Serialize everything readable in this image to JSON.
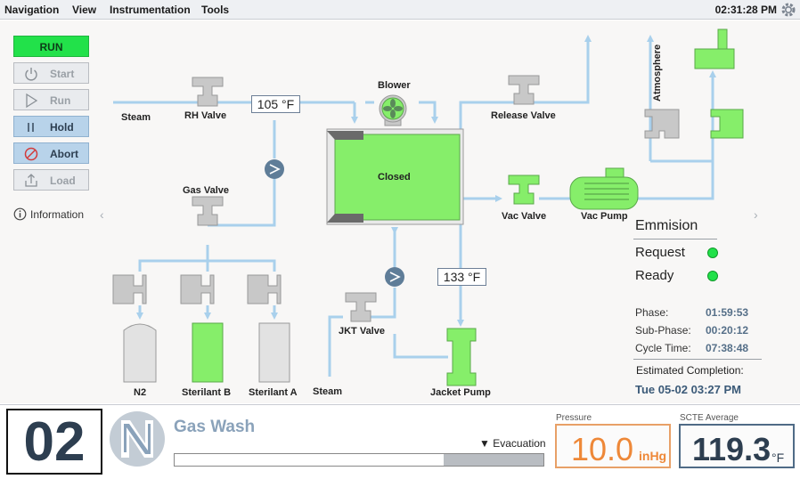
{
  "menu": {
    "items": [
      "Navigation",
      "View",
      "Instrumentation",
      "Tools"
    ],
    "clock": "02:31:28 PM"
  },
  "controls": {
    "state": "RUN",
    "start": "Start",
    "run": "Run",
    "hold": "Hold",
    "abort": "Abort",
    "load": "Load",
    "information": "Information"
  },
  "process": {
    "steam_top": "Steam",
    "rh_valve": "RH  Valve",
    "supply_temp": "105 °F",
    "blower": "Blower",
    "chamber_status": "Closed",
    "release_valve": "Release Valve",
    "atmosphere": "Atmosphere",
    "gas_valve": "Gas Valve",
    "vac_valve": "Vac Valve",
    "vac_pump": "Vac Pump",
    "jacket_temp": "133 °F",
    "jkt_valve": "JKT Valve",
    "steam_bottom": "Steam",
    "jacket_pump": "Jacket Pump",
    "n2": "N2",
    "sterilant_b": "Sterilant B",
    "sterilant_a": "Sterilant A"
  },
  "emission": {
    "title": "Emmision",
    "request": "Request",
    "ready": "Ready",
    "status_color": "#22e14a"
  },
  "timers": {
    "phase_label": "Phase:",
    "phase": "01:59:53",
    "subphase_label": "Sub-Phase:",
    "subphase": "00:20:12",
    "cycle_label": "Cycle Time:",
    "cycle": "07:38:48",
    "estimated_label": "Estimated Completion:",
    "estimated": "Tue 05-02 03:27 PM"
  },
  "status": {
    "cycle_number": "02",
    "phase_name": "Gas Wash",
    "subphase": "Evacuation",
    "progress_fraction": 0.73,
    "pressure_label": "Pressure",
    "pressure_value": "10.0",
    "pressure_unit": "inHg",
    "scte_label": "SCTE Average",
    "scte_value": "119.3",
    "scte_unit": "°F"
  },
  "colors": {
    "active_green": "#86ee6a",
    "idle_gray": "#c8c8c8",
    "pipe": "#a9d0ec",
    "accent_blue": "#556f88",
    "pressure_orange": "#ee8838"
  }
}
